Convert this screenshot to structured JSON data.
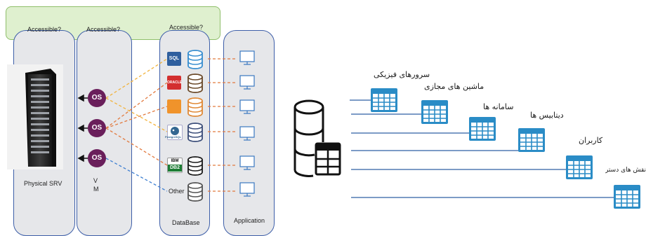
{
  "left": {
    "accessible_labels": [
      "Accessible?",
      "Accessible?",
      "Accessible?"
    ],
    "columns": {
      "physical": "Physical SRV",
      "vm": "V\nM",
      "database": "DataBase",
      "application": "Application"
    },
    "os_label": "OS",
    "databases": [
      {
        "icon": "sql-server-logo",
        "text": "SQL",
        "color": "#2f5f9e"
      },
      {
        "icon": "oracle-logo",
        "text": "ORACLE",
        "color": "#d32f2f"
      },
      {
        "icon": "mysql-logo",
        "text": "",
        "color": "#f0932b"
      },
      {
        "icon": "postgresql-logo",
        "text": "PostgreSQL",
        "color": "#336791"
      },
      {
        "icon": "ibm-db2-logo",
        "text": "DB2",
        "color": "#1c7c34"
      },
      {
        "icon": "other-db",
        "text": "Other",
        "color": "#ffffff"
      }
    ],
    "colors": {
      "accent_blue": "#3d5ea8",
      "os_purple": "#6a1f5b",
      "link_yellow": "#f2b33c",
      "link_orange": "#e27a3f",
      "link_blue": "#3e7fd1",
      "green_bar": "#dff0cf"
    }
  },
  "right": {
    "labels": [
      "سرورهای فیزیکی",
      "ماشین های مجازی",
      "سامانه ها",
      "دیتابیس ها",
      "کاربران",
      "نقش های دسترسی"
    ],
    "colors": {
      "table_blue": "#2a8cc6",
      "line_blue": "#2d5fa3"
    }
  }
}
